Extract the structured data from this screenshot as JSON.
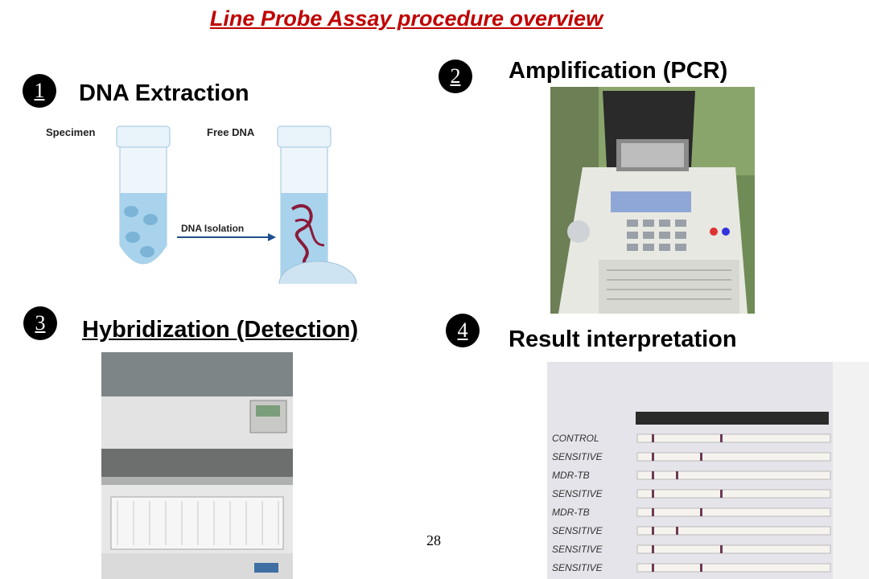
{
  "title": "Line Probe Assay procedure overview",
  "steps": [
    {
      "number": "1",
      "heading": "DNA Extraction"
    },
    {
      "number": "2",
      "heading": "Amplification (PCR)"
    },
    {
      "number": "3",
      "heading": "Hybridization (Detection)"
    },
    {
      "number": "4",
      "heading": "Result interpretation"
    }
  ],
  "dna_diagram": {
    "specimen_label": "Specimen",
    "free_dna_label": "Free DNA",
    "arrow_label": "DNA Isolation"
  },
  "result_strips": {
    "labels": [
      "CONTROL",
      "SENSITIVE",
      "MDR-TB",
      "SENSITIVE",
      "MDR-TB",
      "SENSITIVE",
      "SENSITIVE",
      "SENSITIVE"
    ]
  },
  "page_number": "28",
  "colors": {
    "title": "#c00000",
    "badge": "#000000"
  }
}
